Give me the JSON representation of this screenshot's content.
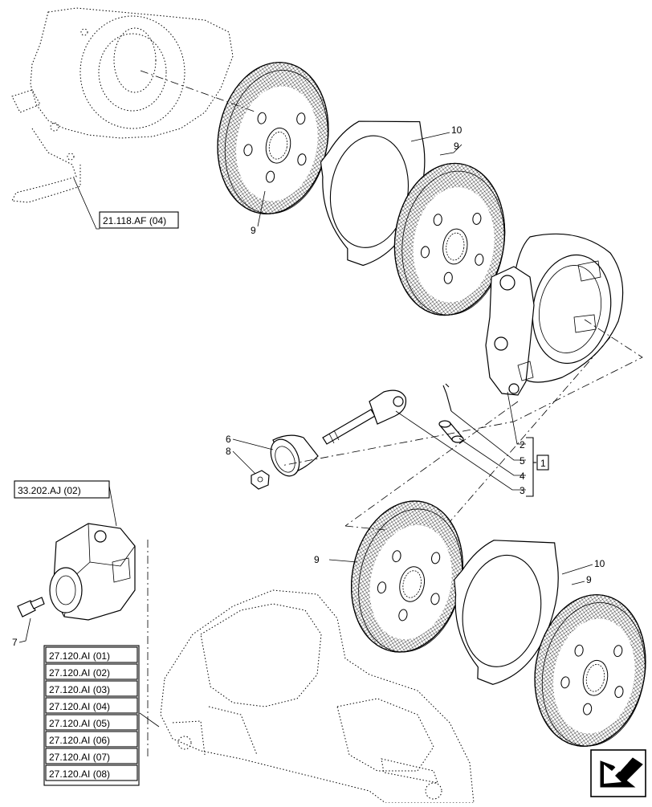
{
  "references": {
    "top": "21.118.AF (04)",
    "left": "33.202.AJ (02)",
    "list": [
      "27.120.AI (01)",
      "27.120.AI (02)",
      "27.120.AI (03)",
      "27.120.AI (04)",
      "27.120.AI (05)",
      "27.120.AI (06)",
      "27.120.AI (07)",
      "27.120.AI (08)"
    ]
  },
  "callouts": {
    "n9a": "9",
    "n10a": "10",
    "n9b": "9",
    "n9c": "9",
    "n10b": "10",
    "n9d": "9",
    "n6": "6",
    "n8": "8",
    "n7": "7",
    "n2": "2",
    "n5": "5",
    "n4": "4",
    "n3": "3",
    "group": "1"
  },
  "nav": {
    "icon": "next-page-arrow-icon"
  }
}
